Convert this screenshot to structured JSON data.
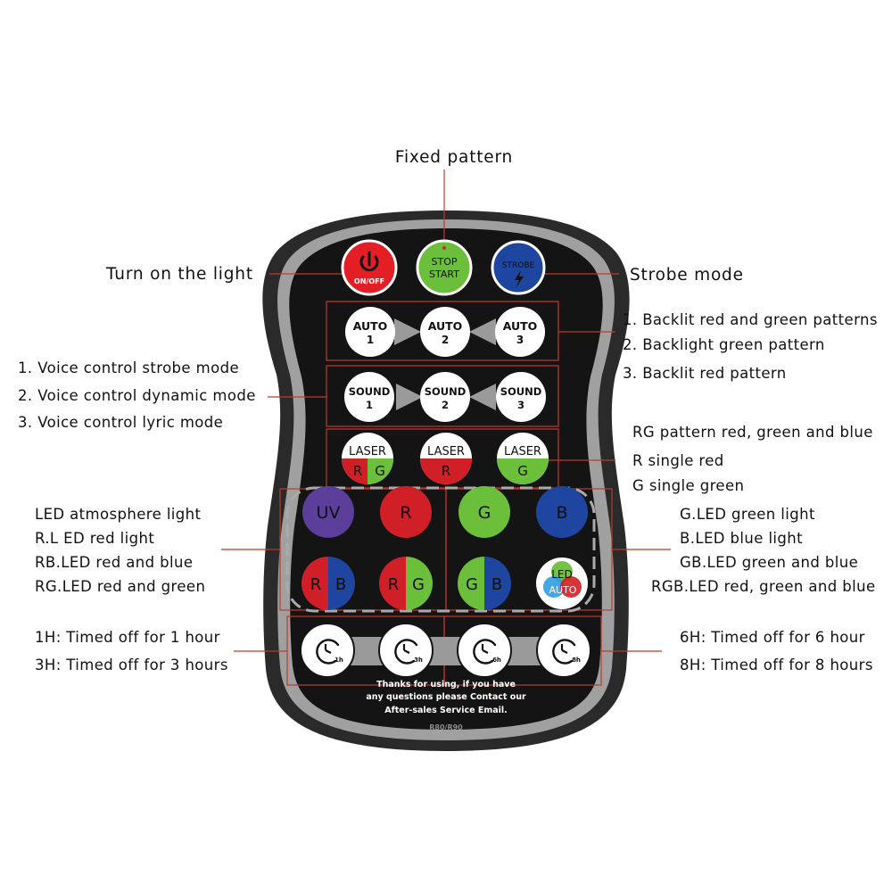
{
  "annotations": {
    "fixed_pattern": "Fixed pattern",
    "turn_on": "Turn on the light",
    "strobe_mode": "Strobe mode",
    "auto_lines": [
      "1. Backlit red and green patterns",
      "2. Backlight green pattern",
      "3. Backlit red pattern"
    ],
    "sound_lines": [
      "1. Voice control strobe mode",
      "2. Voice control dynamic mode",
      "3. Voice control lyric mode"
    ],
    "laser_lines": [
      "RG pattern red, green and blue",
      "R single red",
      "G single green"
    ],
    "led_left_lines": [
      "LED atmosphere light",
      "R.L ED red light",
      "RB.LED red and blue",
      "RG.LED red and green"
    ],
    "led_right_lines": [
      "G.LED green light",
      "B.LED blue light",
      "GB.LED green and blue",
      "RGB.LED red, green and blue"
    ],
    "timer_left_lines": [
      "1H: Timed off for 1 hour",
      "3H: Timed off for 3 hours"
    ],
    "timer_right_lines": [
      "6H: Timed off for 6 hour",
      "8H: Timed off for 8 hours"
    ]
  },
  "remote": {
    "power": {
      "label": "ON/OFF",
      "icon": "power-icon"
    },
    "stop_start": {
      "line1": "STOP",
      "line2": "START"
    },
    "strobe": {
      "label": "STROBE",
      "icon": "lightning-icon"
    },
    "auto_buttons": [
      {
        "line1": "AUTO",
        "line2": "1"
      },
      {
        "line1": "AUTO",
        "line2": "2"
      },
      {
        "line1": "AUTO",
        "line2": "3"
      }
    ],
    "sound_buttons": [
      {
        "line1": "SOUND",
        "line2": "1"
      },
      {
        "line1": "SOUND",
        "line2": "2"
      },
      {
        "line1": "SOUND",
        "line2": "3"
      }
    ],
    "laser_buttons": [
      {
        "top": "LASER",
        "left": "R",
        "right": "G"
      },
      {
        "top": "LASER",
        "bottom": "R"
      },
      {
        "top": "LASER",
        "bottom": "G"
      }
    ],
    "led_row1": [
      {
        "label": "UV",
        "color": "#5b3f9a"
      },
      {
        "label": "R",
        "color": "#d01f26"
      },
      {
        "label": "G",
        "color": "#6cbf3b"
      },
      {
        "label": "B",
        "color": "#1e45a0"
      }
    ],
    "led_row2": [
      {
        "left": "R",
        "right": "B"
      },
      {
        "left": "R",
        "right": "G"
      },
      {
        "left": "G",
        "right": "B"
      },
      {
        "top": "LED",
        "bottom": "AUTO"
      }
    ],
    "timers": [
      {
        "label": "1h",
        "icon": "clock-icon"
      },
      {
        "label": "3h",
        "icon": "clock-icon"
      },
      {
        "label": "6h",
        "icon": "clock-icon"
      },
      {
        "label": "8h",
        "icon": "clock-icon"
      }
    ],
    "footer_lines": [
      "Thanks for using, if you have",
      "any questions please Contact our",
      "After-sales Service Email."
    ],
    "model": "R80/R90"
  },
  "colors": {
    "red": "#d01f26",
    "green": "#6cbf3b",
    "blue": "#1e45a0",
    "purple": "#5b3f9a",
    "body": "#141414",
    "rim": "#9b9b9b",
    "leader": "#c0392b"
  }
}
